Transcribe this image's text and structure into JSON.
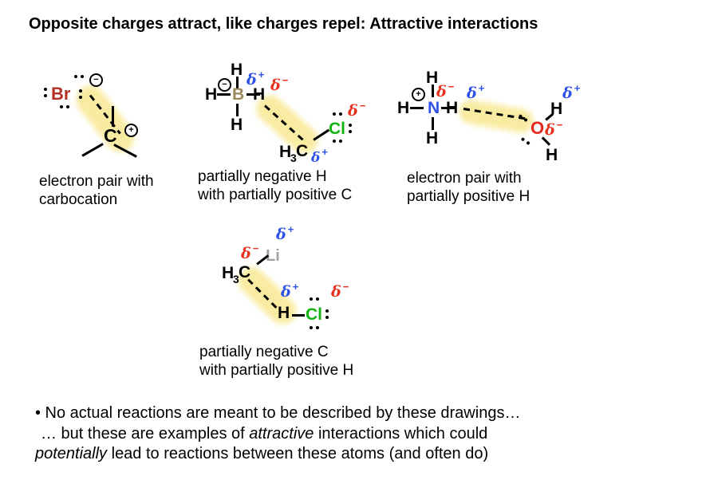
{
  "title": "Opposite charges attract, like charges repel: Attractive interactions",
  "labels": {
    "H": "H",
    "B": "B",
    "Br": "Br",
    "C": "C",
    "N": "N",
    "O": "O",
    "Cl": "Cl",
    "Li": "Li",
    "sub3": "3",
    "delta": "δ",
    "plus": "+",
    "minus": "−"
  },
  "captions": {
    "carbocation": [
      "electron pair with",
      "carbocation"
    ],
    "borohydride": [
      "partially negative H",
      "with partially positive C"
    ],
    "ammonium": [
      "electron pair with",
      "partially positive H"
    ],
    "methyllithium": [
      "partially negative C",
      "with partially positive H"
    ]
  },
  "footer": {
    "line1": "• No actual reactions are meant to be described by these drawings…",
    "line2_pre": "… but these are examples of ",
    "line2_italic": "attractive",
    "line2_post": " interactions which could",
    "line3_italic": "potentially",
    "line3_post": " lead to reactions between these atoms (and often do)"
  },
  "colors": {
    "br": "#b23127",
    "boron": "#9a8a5e",
    "nitrogen": "#2e51e8",
    "oxygen": "#e6281e",
    "chlorine": "#12b212",
    "lithium": "#a0a0a0",
    "delta_plus": "#2e51e8",
    "delta_minus": "#e8321e",
    "highlight": "#f7e88f"
  }
}
